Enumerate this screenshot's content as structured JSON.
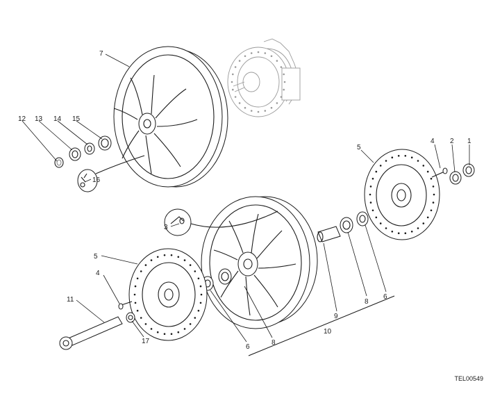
{
  "diagram": {
    "reference_code": "TEL00549",
    "callouts": {
      "c1": "1",
      "c2": "2",
      "c3": "3",
      "c4a": "4",
      "c4b": "4",
      "c5a": "5",
      "c5b": "5",
      "c6a": "6",
      "c6b": "6",
      "c7": "7",
      "c8a": "8",
      "c8b": "8",
      "c9": "9",
      "c10": "10",
      "c11": "11",
      "c12": "12",
      "c13": "13",
      "c14": "14",
      "c15": "15",
      "c16": "16",
      "c17": "17"
    }
  }
}
